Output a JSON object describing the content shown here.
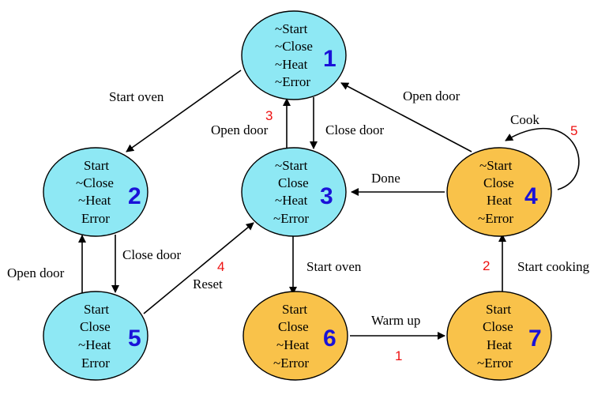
{
  "states": [
    {
      "id": "1",
      "lines": [
        "~Start",
        "~Close",
        "~Heat",
        "~Error"
      ],
      "color": "#8ee8f4"
    },
    {
      "id": "2",
      "lines": [
        "Start",
        "~Close",
        "~Heat",
        "Error"
      ],
      "color": "#8ee8f4"
    },
    {
      "id": "3",
      "lines": [
        "~Start",
        "Close",
        "~Heat",
        "~Error"
      ],
      "color": "#8ee8f4"
    },
    {
      "id": "4",
      "lines": [
        "~Start",
        "Close",
        "Heat",
        "~Error"
      ],
      "color": "#f9c24a"
    },
    {
      "id": "5",
      "lines": [
        "Start",
        "Close",
        "~Heat",
        "Error"
      ],
      "color": "#8ee8f4"
    },
    {
      "id": "6",
      "lines": [
        "Start",
        "Close",
        "~Heat",
        "~Error"
      ],
      "color": "#f9c24a"
    },
    {
      "id": "7",
      "lines": [
        "Start",
        "Close",
        "Heat",
        "~Error"
      ],
      "color": "#f9c24a"
    }
  ],
  "edges": [
    {
      "from": "1",
      "to": "2",
      "label": "Start oven"
    },
    {
      "from": "3",
      "to": "1",
      "label": "Open door"
    },
    {
      "from": "1",
      "to": "3",
      "label": "Close door"
    },
    {
      "from": "4",
      "to": "1",
      "label": "Open door"
    },
    {
      "from": "4",
      "to": "4",
      "label": "Cook"
    },
    {
      "from": "4",
      "to": "3",
      "label": "Done"
    },
    {
      "from": "2",
      "to": "5",
      "label": "Close door"
    },
    {
      "from": "5",
      "to": "2",
      "label": "Open door"
    },
    {
      "from": "5",
      "to": "3",
      "label": "Reset"
    },
    {
      "from": "3",
      "to": "6",
      "label": "Start oven"
    },
    {
      "from": "6",
      "to": "7",
      "label": "Warm up"
    },
    {
      "from": "7",
      "to": "4",
      "label": "Start cooking"
    }
  ],
  "markers": [
    "1",
    "2",
    "3",
    "4",
    "5"
  ],
  "colors": {
    "cyan": "#8ee8f4",
    "orange": "#f9c24a",
    "state_number": "#1a12d8",
    "marker": "#e11111"
  }
}
